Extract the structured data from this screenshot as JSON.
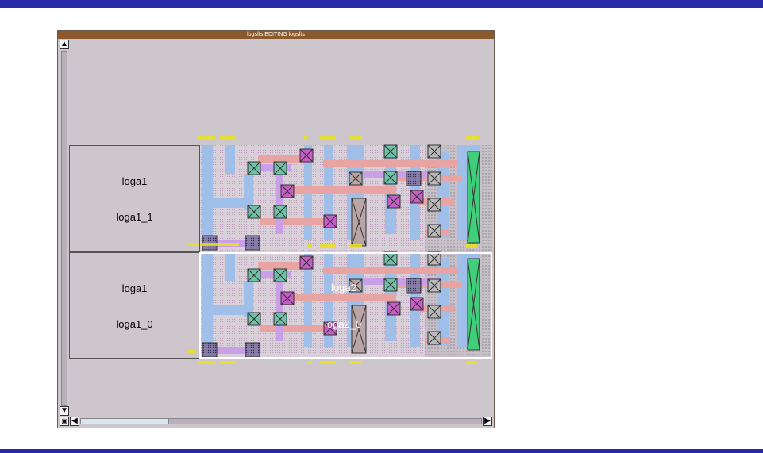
{
  "window": {
    "title": "logsfts EDITING logsfts"
  },
  "cells": [
    {
      "type_name": "loga1",
      "instance_name": "loga1_1"
    },
    {
      "type_name": "loga1",
      "instance_name": "loga1_0"
    }
  ],
  "selected_instance": {
    "type_name": "loga2",
    "instance_name": "loga2_0"
  },
  "scrollbar": {
    "up_arrow": "▲",
    "down_arrow": "▼",
    "left_arrow": "◀",
    "right_arrow": "▶"
  },
  "colors": {
    "chrome": "#2a2aa8",
    "titlebar": "#8a5a2e",
    "canvas": "#cdc6cc",
    "metal1": "#9fbfe8",
    "metal2": "#e8a3a3",
    "poly": "#c9a0e8",
    "contact": "#6fc2a8",
    "via": "#c65ec6",
    "well": "#3fcf7a",
    "label": "#e9e31a"
  }
}
